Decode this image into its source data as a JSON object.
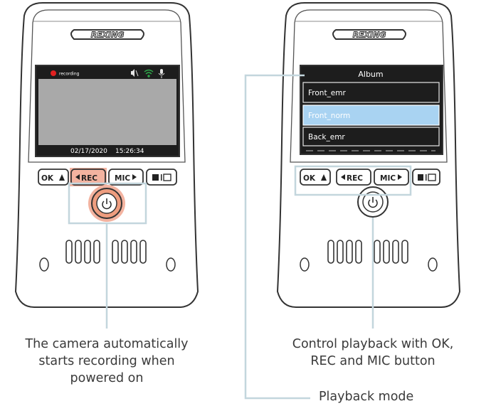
{
  "left_camera": {
    "brand": "REXING",
    "screen": {
      "status_text": "recording",
      "date": "02/17/2020",
      "time": "15:26:34",
      "status_colors": {
        "rec_dot": "#e02020",
        "wifi": "#2ea84a"
      }
    },
    "buttons": {
      "ok": "OK",
      "rec": "REC",
      "mic": "MIC"
    },
    "rec_highlight_color": "#f3b3a0",
    "caption": [
      "The camera automatically",
      "starts recording when",
      "powered on"
    ]
  },
  "right_camera": {
    "brand": "REXING",
    "album": {
      "title": "Album",
      "items": [
        "Front_emr",
        "Front_norm",
        "Back_emr"
      ],
      "selected_index": 1,
      "selected_color": "#a9d3f2"
    },
    "buttons": {
      "ok": "OK",
      "rec": "REC",
      "mic": "MIC"
    },
    "caption": [
      "Control playback with OK,",
      "REC and MIC button"
    ],
    "mode_label": "Playback mode"
  },
  "highlight_color": "#c3d6dd"
}
